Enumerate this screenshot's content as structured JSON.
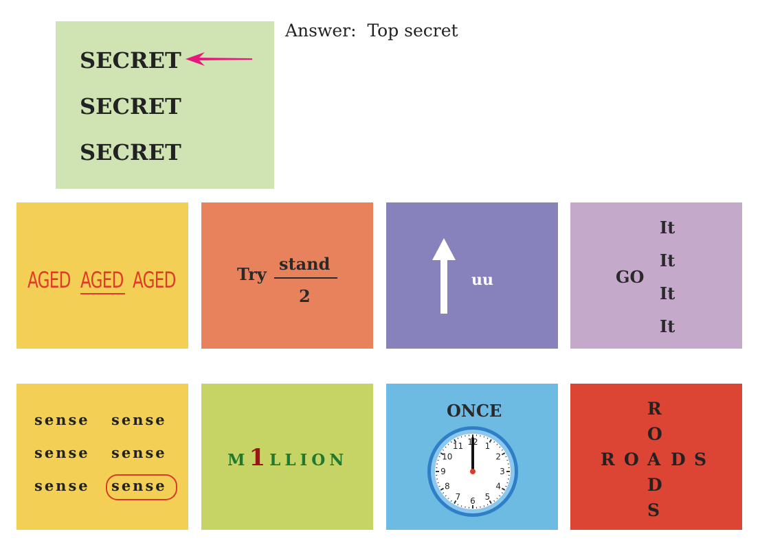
{
  "example": {
    "words": [
      "SECRET",
      "SECRET",
      "SECRET"
    ],
    "answer": "Answer:  Top secret",
    "bg": "#cfe3b3",
    "arrow_color": "#e8177c"
  },
  "puzzles": [
    {
      "id": "aged",
      "bg": "#f3cf55",
      "words": [
        "AGED",
        "AGED",
        "AGED"
      ]
    },
    {
      "id": "try",
      "bg": "#e8825c",
      "prefix": "Try",
      "numerator": "stand",
      "denominator": "2"
    },
    {
      "id": "up",
      "bg": "#8782bb",
      "arrow_icon": "up-arrow-icon",
      "text": "uu"
    },
    {
      "id": "goit",
      "bg": "#c5a9ca",
      "left": "GO",
      "stack": [
        "It",
        "It",
        "It",
        "It"
      ]
    },
    {
      "id": "sense",
      "bg": "#f3cf55",
      "words": [
        "sense",
        "sense",
        "sense",
        "sense",
        "sense",
        "sense"
      ]
    },
    {
      "id": "million",
      "bg": "#c6d365",
      "letters": [
        "M",
        "1",
        "L",
        "L",
        "I",
        "O",
        "N"
      ]
    },
    {
      "id": "once",
      "bg": "#6dbbe3",
      "label": "ONCE",
      "clock_icon": "clock-icon",
      "clock_numbers": [
        "12",
        "1",
        "2",
        "3",
        "4",
        "5",
        "6",
        "7",
        "8",
        "9",
        "10",
        "11"
      ]
    },
    {
      "id": "roads",
      "bg": "#dc4434",
      "across": [
        "R",
        "O",
        "A",
        "D",
        "S"
      ],
      "down": [
        "R",
        "O",
        "A",
        "D",
        "S"
      ]
    }
  ]
}
